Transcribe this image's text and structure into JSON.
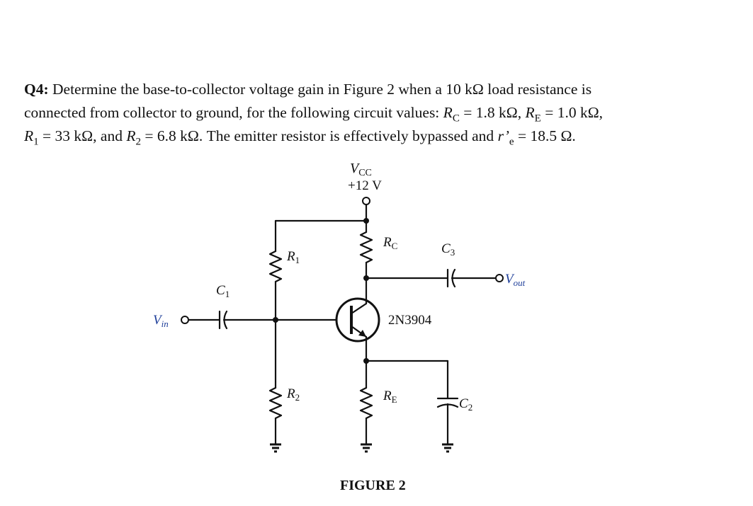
{
  "question": {
    "label": "Q4:",
    "text_1": "Determine the base-to-collector voltage gain in Figure 2 when a 10 kΩ load resistance is",
    "text_2a": "connected from collector to ground, for the following circuit values: ",
    "rc_sym": "R",
    "rc_sub": "C",
    "rc_val": " = 1.8 kΩ, ",
    "re_sym": "R",
    "re_sub": "E",
    "re_val": " = 1.0 kΩ,",
    "r1_sym": "R",
    "r1_sub": "1",
    "r1_val": " = 33 kΩ, and ",
    "r2_sym": "R",
    "r2_sub": "2",
    "r2_val": " = 6.8 kΩ. The emitter resistor is effectively bypassed and ",
    "rpe_sym": "r’",
    "rpe_sub": "e",
    "rpe_val": " = 18.5 Ω."
  },
  "figure": {
    "vcc_label": "V",
    "vcc_sub": "CC",
    "vcc_value": "+12 V",
    "rc_label": "R",
    "rc_sub": "C",
    "r1_label": "R",
    "r1_sub": "1",
    "c3_label": "C",
    "c3_sub": "3",
    "vout_label": "V",
    "vout_sub": "out",
    "c1_label": "C",
    "c1_sub": "1",
    "vin_label": "V",
    "vin_sub": "in",
    "transistor_label": "2N3904",
    "r2_label": "R",
    "r2_sub": "2",
    "re_label": "R",
    "re_sub": "E",
    "c2_label": "C",
    "c2_sub": "2",
    "caption": "FIGURE 2"
  }
}
